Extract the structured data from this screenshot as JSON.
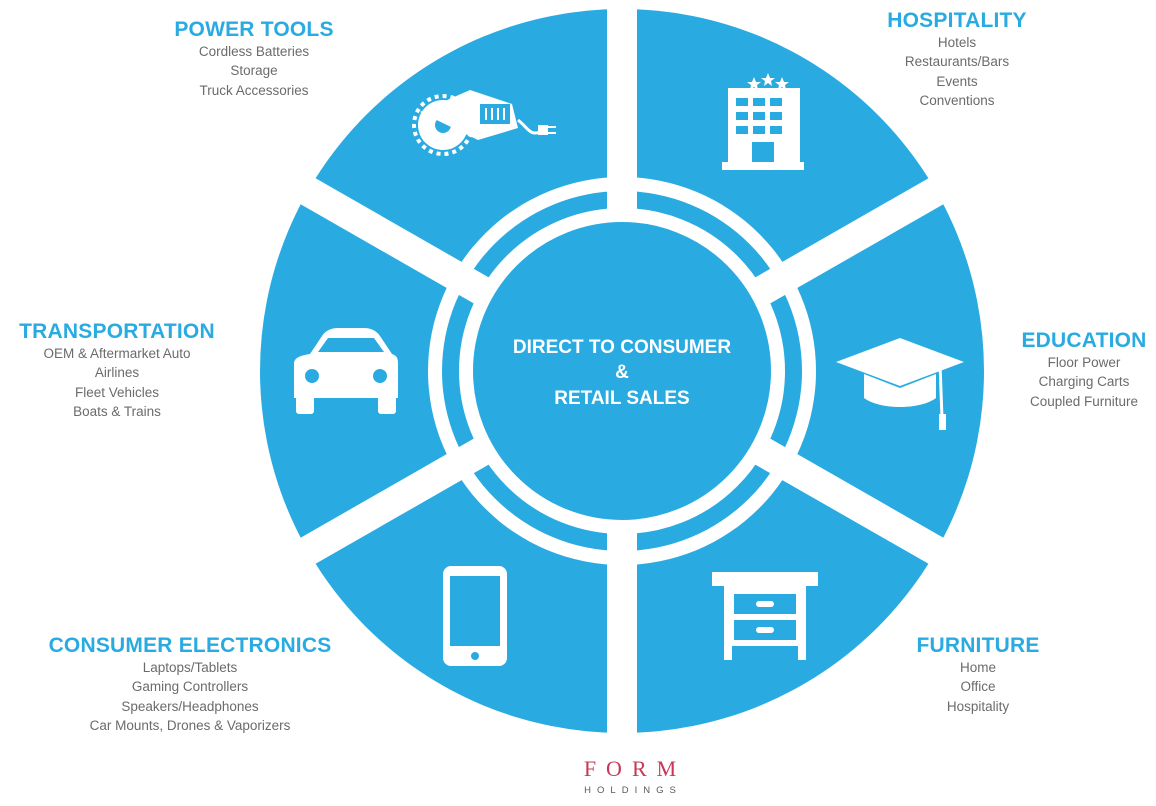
{
  "colors": {
    "accent": "#29abe2",
    "ring": "#29abe2",
    "item_text": "#6b6b6b",
    "logo_red": "#c8375a"
  },
  "center": {
    "line1": "DIRECT TO CONSUMER",
    "line2": "&",
    "line3": "RETAIL SALES"
  },
  "segments": [
    {
      "title": "POWER TOOLS",
      "items": [
        "Cordless Batteries",
        "Storage",
        "Truck Accessories"
      ],
      "icon": "circular-saw-icon"
    },
    {
      "title": "HOSPITALITY",
      "items": [
        "Hotels",
        "Restaurants/Bars",
        "Events",
        "Conventions"
      ],
      "icon": "hotel-icon"
    },
    {
      "title": "EDUCATION",
      "items": [
        "Floor Power",
        "Charging Carts",
        "Coupled Furniture"
      ],
      "icon": "graduation-cap-icon"
    },
    {
      "title": "FURNITURE",
      "items": [
        "Home",
        "Office",
        "Hospitality"
      ],
      "icon": "dresser-icon"
    },
    {
      "title": "CONSUMER ELECTRONICS",
      "items": [
        "Laptops/Tablets",
        "Gaming Controllers",
        "Speakers/Headphones",
        "Car Mounts, Drones & Vaporizers"
      ],
      "icon": "tablet-icon"
    },
    {
      "title": "TRANSPORTATION",
      "items": [
        "OEM & Aftermarket Auto",
        "Airlines",
        "Fleet Vehicles",
        "Boats & Trains"
      ],
      "icon": "car-icon"
    }
  ],
  "logo": {
    "name": "FORM",
    "sub": "HOLDINGS"
  }
}
